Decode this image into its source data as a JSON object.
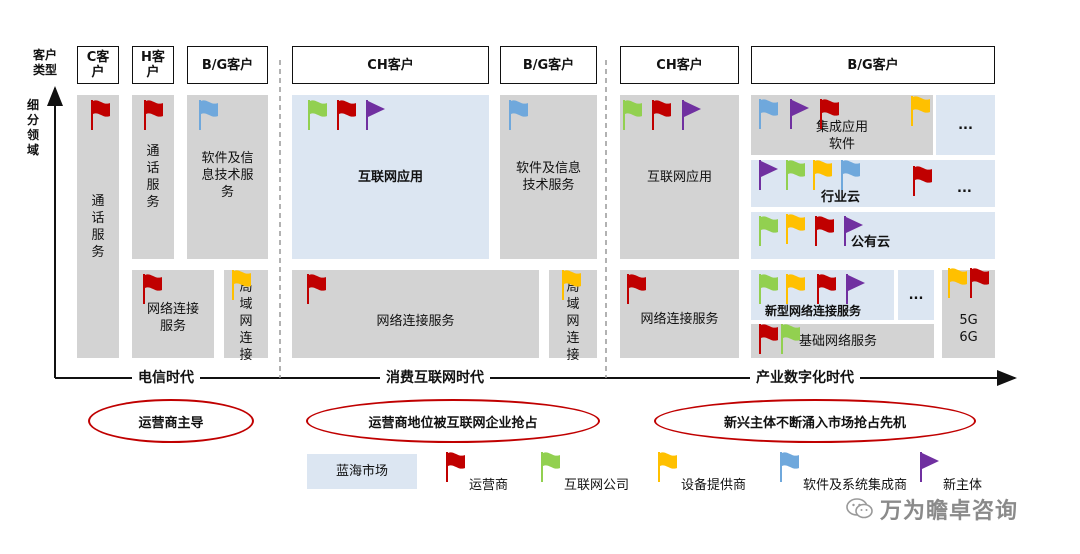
{
  "axis": {
    "y_top_label": "客户类型",
    "y_side_label": "细分领域"
  },
  "headers": {
    "c": "C客户",
    "h": "H客户",
    "bg1": "B/G客户",
    "ch2": "CH客户",
    "bg2": "B/G客户",
    "ch3": "CH客户",
    "bg3": "B/G客户"
  },
  "cells": {
    "tel_call_c": "通话服务",
    "tel_call_h": "通话服务",
    "tel_software": "软件及信息技术服务",
    "tel_network": "网络连接服务",
    "tel_lan": "局域网连接",
    "con_internet": "互联网应用",
    "con_software": "软件及信息技术服务",
    "con_network": "网络连接服务",
    "con_lan": "局域网连接",
    "ind_internet": "互联网应用",
    "ind_integrated": "集成应用软件",
    "ind_cloud": "行业云",
    "ind_public": "公有云",
    "ind_network": "网络连接服务",
    "ind_new_network": "新型网络连接服务",
    "ind_basic_network": "基础网络服务",
    "ind_5g": "5G",
    "ind_6g": "6G",
    "more": "..."
  },
  "eras": {
    "telecom": "电信时代",
    "consumer": "消费互联网时代",
    "industrial": "产业数字化时代"
  },
  "ovals": {
    "telecom": "运营商主导",
    "consumer": "运营商地位被互联网企业抢占",
    "industrial": "新兴主体不断涌入市场抢占先机"
  },
  "legend": {
    "blue_ocean": "蓝海市场",
    "operator": "运营商",
    "internet": "互联网公司",
    "equipment": "设备提供商",
    "software": "软件及系统集成商",
    "new_entity": "新主体"
  },
  "watermark": "万为瞻卓咨询",
  "colors": {
    "operator": "#c00000",
    "internet": "#92d050",
    "equipment": "#ffc000",
    "software": "#6fa8dc",
    "new_entity": "#7030a0",
    "blue_ocean": "#dce6f2",
    "cell_gray": "#d3d3d3",
    "oval_red": "#c00000"
  }
}
